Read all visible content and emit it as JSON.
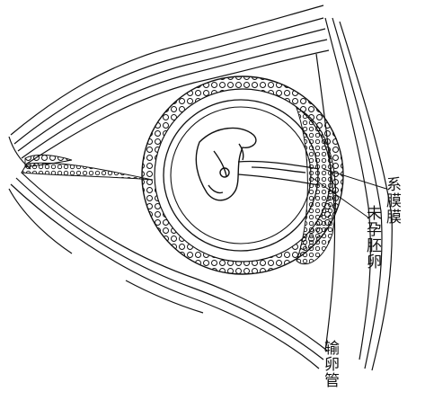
{
  "labels": {
    "label_1": "系膜膜",
    "label_2": "未孕胚卵",
    "label_3": "输卵管"
  },
  "colors": {
    "ink": "#111111",
    "paper": "#ffffff"
  }
}
